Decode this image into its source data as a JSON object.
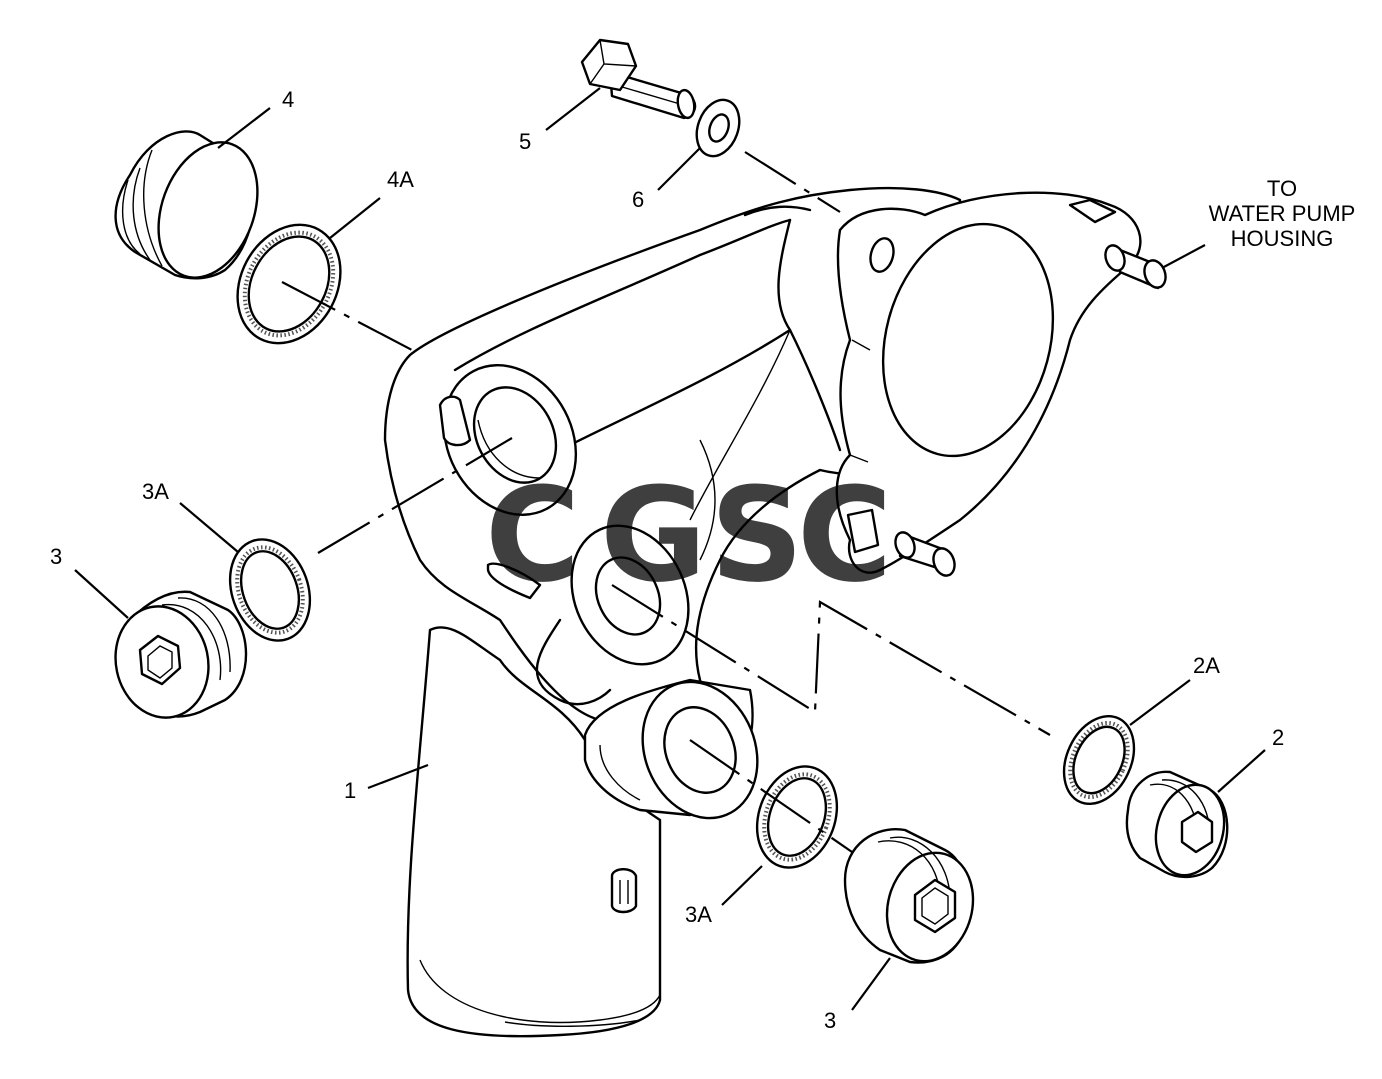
{
  "labels": {
    "part_1": "1",
    "part_2": "2",
    "part_2a": "2A",
    "part_3_left": "3",
    "part_3a_left": "3A",
    "part_3_bottom": "3",
    "part_3a_bottom": "3A",
    "part_4": "4",
    "part_4a": "4A",
    "part_5": "5",
    "part_6": "6"
  },
  "callout": {
    "line1": "TO",
    "line2": "WATER PUMP",
    "line3": "HOUSING"
  },
  "watermark": {
    "letters": [
      "C",
      "G",
      "S",
      "C"
    ],
    "colors": [
      "#5b9cf0",
      "#ef7b72",
      "#f7d262",
      "#5cb88a"
    ]
  }
}
